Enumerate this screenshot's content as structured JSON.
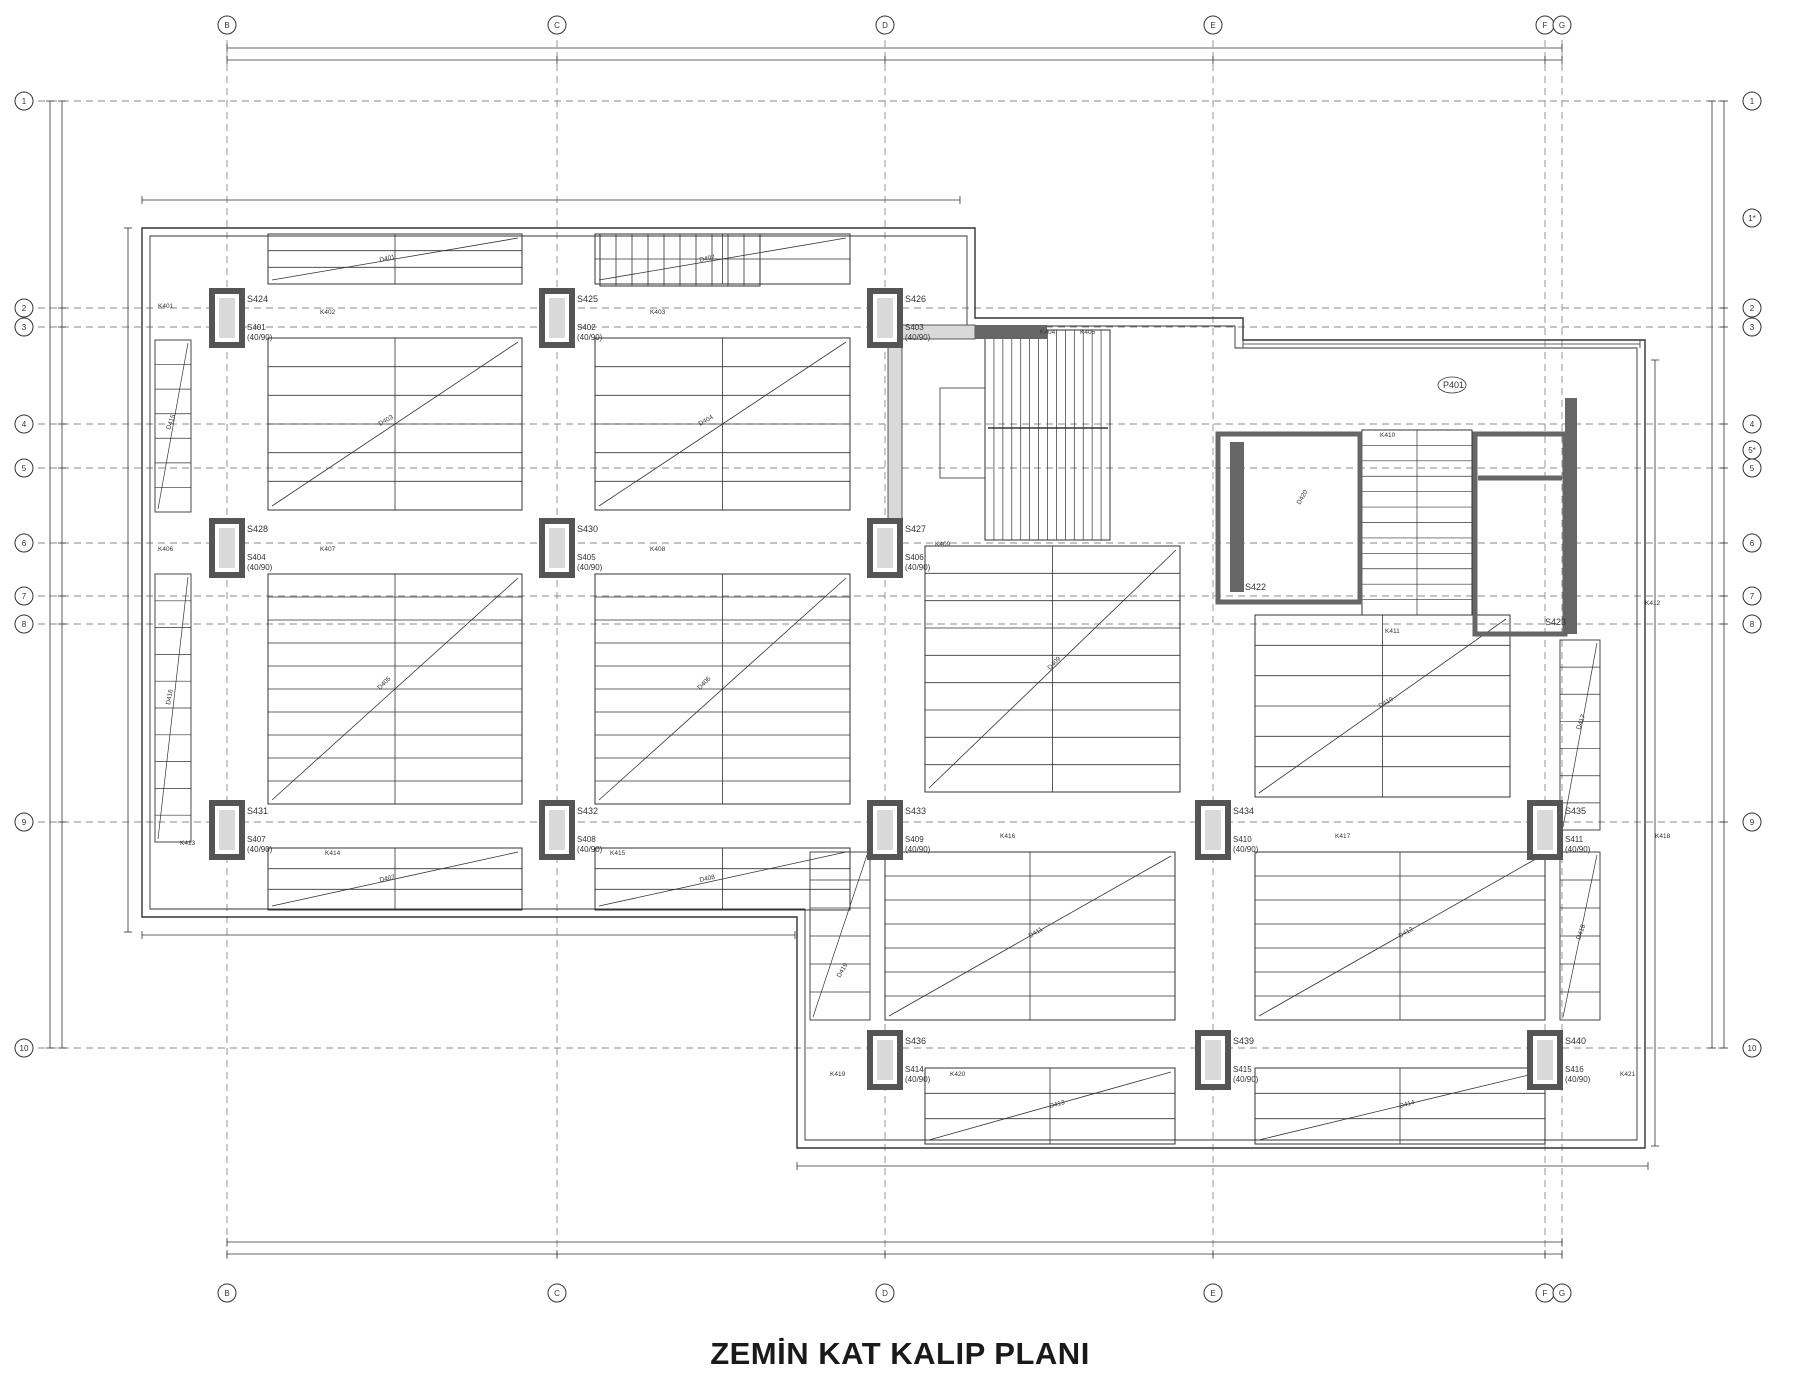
{
  "title": "ZEMİN KAT KALIP PLANI",
  "colors": {
    "line": "#333333",
    "grid": "#8a8a8a",
    "column": "#555555",
    "wall": "#666666",
    "hatch": "#d9d9d9",
    "background": "#ffffff"
  },
  "grid_axes": {
    "columns": [
      "B",
      "C",
      "D",
      "E",
      "F",
      "G"
    ],
    "rows": [
      "1",
      "2",
      "3",
      "4",
      "5",
      "6",
      "7",
      "8",
      "9",
      "10"
    ],
    "rows_right": [
      "1",
      "1*",
      "2",
      "3",
      "4",
      "5*",
      "5",
      "6",
      "7",
      "8",
      "9",
      "10"
    ]
  },
  "columns": [
    {
      "id": "S424",
      "sub": "S401",
      "dim": "(40/90)"
    },
    {
      "id": "S425",
      "sub": "S402",
      "dim": "(40/90)"
    },
    {
      "id": "S426",
      "sub": "S403",
      "dim": "(40/90)"
    },
    {
      "id": "S428",
      "sub": "S404",
      "dim": "(40/90)"
    },
    {
      "id": "S430",
      "sub": "S405",
      "dim": "(40/90)"
    },
    {
      "id": "S427",
      "sub": "S406",
      "dim": "(40/90)"
    },
    {
      "id": "S431",
      "sub": "S407",
      "dim": "(40/90)"
    },
    {
      "id": "S432",
      "sub": "S408",
      "dim": "(40/90)"
    },
    {
      "id": "S433",
      "sub": "S409",
      "dim": "(40/90)"
    },
    {
      "id": "S434",
      "sub": "S410",
      "dim": "(40/90)"
    },
    {
      "id": "S435",
      "sub": "S411",
      "dim": "(40/90)"
    },
    {
      "id": "S436",
      "sub": "S414",
      "dim": "(40/90)"
    },
    {
      "id": "S439",
      "sub": "S415",
      "dim": "(40/90)"
    },
    {
      "id": "S440",
      "sub": "S416",
      "dim": "(40/90)"
    }
  ],
  "core_labels": [
    "S422",
    "S423",
    "P401"
  ],
  "beam_labels": [
    "K401",
    "K402",
    "K403",
    "K404",
    "K405",
    "K406",
    "K407",
    "K408",
    "K409",
    "K410",
    "K411",
    "K412",
    "K413",
    "K414",
    "K415",
    "K416",
    "K417",
    "K418",
    "K419",
    "K420",
    "K421"
  ],
  "slab_labels": [
    "D401",
    "D402",
    "D403",
    "D404",
    "D405",
    "D406",
    "D407",
    "D408",
    "D409",
    "D410",
    "D411",
    "D412",
    "D413",
    "D414",
    "D415",
    "D416",
    "D417",
    "D418",
    "D419",
    "D420"
  ]
}
